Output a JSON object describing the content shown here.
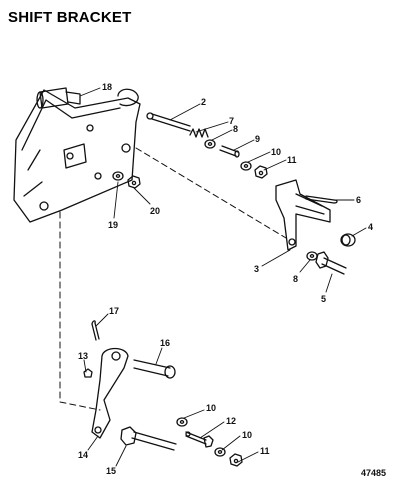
{
  "title": "SHIFT BRACKET",
  "reference_number": "47485",
  "callouts": [
    "18",
    "2",
    "7",
    "8",
    "9",
    "10",
    "11",
    "6",
    "4",
    "3",
    "8",
    "5",
    "19",
    "20",
    "17",
    "16",
    "13",
    "10",
    "12",
    "10",
    "11",
    "14",
    "15"
  ]
}
